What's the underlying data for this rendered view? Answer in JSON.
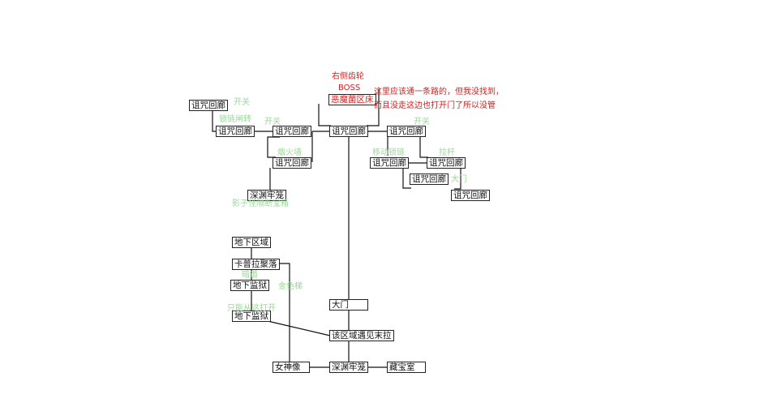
{
  "nodes": {
    "boss": "恶魔菌区床",
    "curse_top_left": "诅咒回廊",
    "curse_left_mid": "诅咒回廊",
    "curse_left_center": "诅咒回廊",
    "curse_center": "诅咒回廊",
    "curse_right_a": "诅咒回廊",
    "curse_left_lower": "诅咒回廊",
    "curse_right_b": "诅咒回廊",
    "curse_right_c": "诅咒回廊",
    "curse_right_d": "诅咒回廊",
    "curse_right_e": "诅咒回廊",
    "abyss_cage_upper": "深渊牢笼",
    "underground": "地下区域",
    "karla_village": "卡普拉聚落",
    "prison_1": "地下监狱",
    "prison_2": "地下监狱",
    "main_gate": "大门",
    "encounter": "该区域遇见末拉",
    "goddess": "女神像",
    "abyss_cage_lower": "深渊牢笼",
    "treasure": "藏宝室"
  },
  "annotations": {
    "red": {
      "gear": "右侧齿轮",
      "boss": "BOSS",
      "note_1": "这里应该通一条路的，但我没找到，",
      "note_2": "而且没走这边也打开门了所以没管"
    },
    "green": {
      "switch_1": "开关",
      "gear_turn": "锁链闸转",
      "switch_2": "开关",
      "switch_3": "开关",
      "bonfire": "烟火墙",
      "move_lock": "移动锁链",
      "lever": "拉杆",
      "gate": "大门",
      "shadow_note": "影子怪隔断宝箱",
      "secret": "暗道",
      "ladder": "金色梯",
      "only_here": "只能从这打开"
    }
  }
}
